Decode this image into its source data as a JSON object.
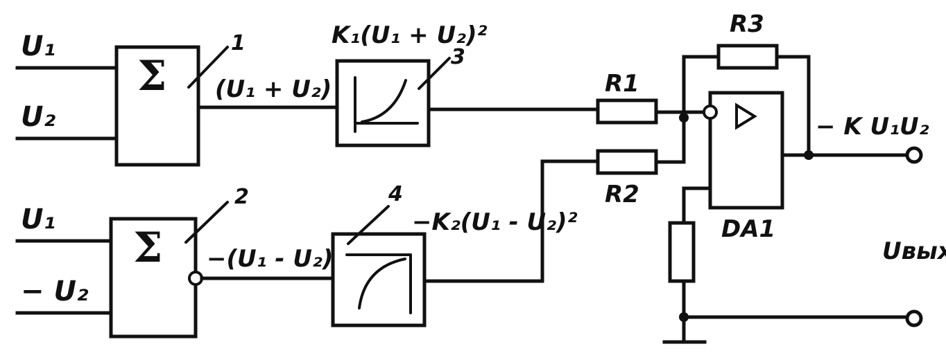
{
  "inputs": {
    "top_u1": "U₁",
    "top_u2": "U₂",
    "bot_u1": "U₁",
    "bot_u2": "− U₂"
  },
  "blocks": {
    "sum1": {
      "symbol": "Σ",
      "number": "1"
    },
    "sum2": {
      "symbol": "Σ",
      "number": "2"
    },
    "square3": {
      "number": "3"
    },
    "square4": {
      "number": "4"
    }
  },
  "signals": {
    "sum1_out": "(U₁ + U₂)",
    "sum2_out": "−(U₁ - U₂)",
    "sq3_out": "K₁(U₁ + U₂)²",
    "sq4_out": "−K₂(U₁ - U₂)²",
    "output": "− K U₁U₂",
    "output_terminal": "Uвых"
  },
  "components": {
    "r1": "R1",
    "r2": "R2",
    "r3": "R3",
    "opamp": "DA1",
    "opamp_symbol": "▷"
  }
}
